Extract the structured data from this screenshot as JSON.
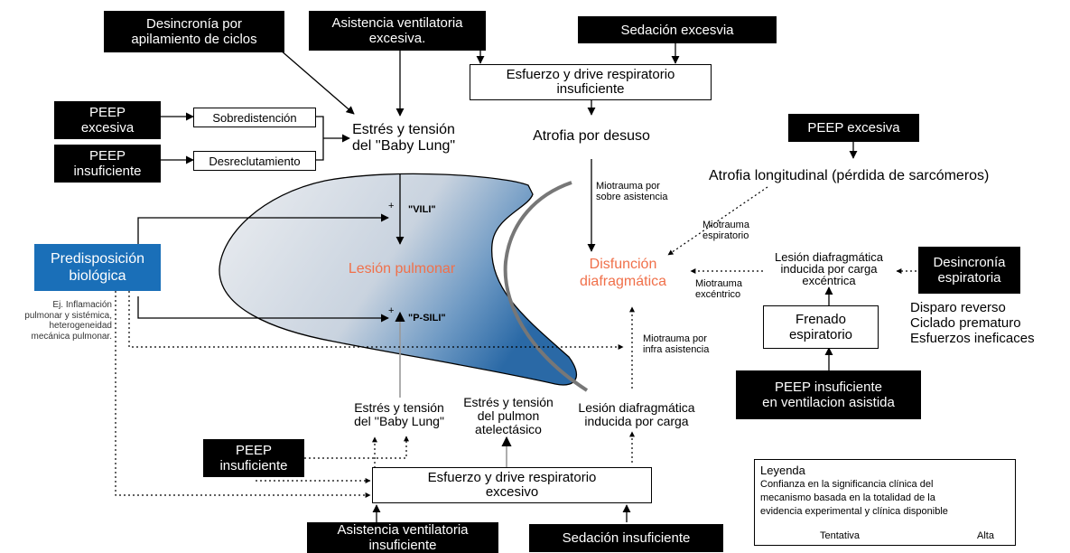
{
  "top": {
    "desincronia_apilamiento": "Desincronía por\napilamiento de ciclos",
    "asistencia_excesiva": "Asistencia ventilatoria\nexcesiva.",
    "sedacion_excesiva": "Sedación excesvia",
    "esfuerzo_insuficiente": "Esfuerzo y drive respiratorio\ninsuficiente",
    "atrofia_desuso": "Atrofia por desuso",
    "estres_baby_lung_top": "Estrés y tensión\ndel ''Baby Lung\""
  },
  "left": {
    "peep_excesiva": "PEEP\nexcesiva",
    "peep_insuficiente": "PEEP\ninsuficiente",
    "sobredistencion": "Sobredistención",
    "desreclutamiento": "Desreclutamiento",
    "predisposicion": "Predisposición\nbiológica",
    "predisposicion_note": "Ej. Inflamación\npulmonar y sistémica,\nheterogeneidad\nmecánica pulmonar."
  },
  "center": {
    "vili": "\"VILI\"",
    "psili": "\"P-SILI\"",
    "plus1": "+",
    "plus2": "+",
    "lesion_pulmonar": "Lesión pulmonar",
    "disfuncion": "Disfunción\ndiafragmática",
    "miotrauma_sobre": "Miotrauma por\nsobre asistencia",
    "miotrauma_espiratorio": "Miotrauma\nespiratorio",
    "miotrauma_excentrico": "Miotrauma\nexcéntrico",
    "miotrauma_infra": "Miotrauma por\ninfra asistencia"
  },
  "right": {
    "peep_excesiva": "PEEP excesiva",
    "atrofia_longitudinal": "Atrofia longitudinal (pérdida de sarcómeros)",
    "lesion_excentrica": "Lesión diafragmática\ninducida por carga\nexcéntrica",
    "desincronia_espiratoria": "Desincronía\nespiratoria",
    "frenado": "Frenado\nespiratorio",
    "causas": "Disparo reverso\nCiclado prematuro\nEsfuerzos ineficaces",
    "peep_insuficiente_asistida": "PEEP insuficiente\nen ventilacion asistida"
  },
  "bottom": {
    "estres_baby_lung": "Estrés y tensión\ndel ''Baby Lung\"",
    "estres_atelectasico": "Estrés y tensión\ndel pulmon\natelectásico",
    "lesion_carga": "Lesión diafragmática\ninducida por carga",
    "peep_insuficiente": "PEEP\ninsuficiente",
    "esfuerzo_excesivo": "Esfuerzo y drive respiratorio\nexcesivo",
    "asistencia_insuficiente": "Asistencia ventilatoria\ninsuficiente",
    "sedacion_insuficiente": "Sedación insuficiente"
  },
  "legend": {
    "title": "Leyenda",
    "body": "Confianza en la significancia clínica del\nmecanismo basada en la totalidad de la\nevidencia experimental y clínica disponible",
    "tentativa": "Tentativa",
    "alta": "Alta"
  },
  "colors": {
    "predisposicion_bg": "#1a6fb8",
    "orange": "#f0704a",
    "lung_light": "#e6e8ec",
    "lung_blue": "#2f6fa8"
  }
}
